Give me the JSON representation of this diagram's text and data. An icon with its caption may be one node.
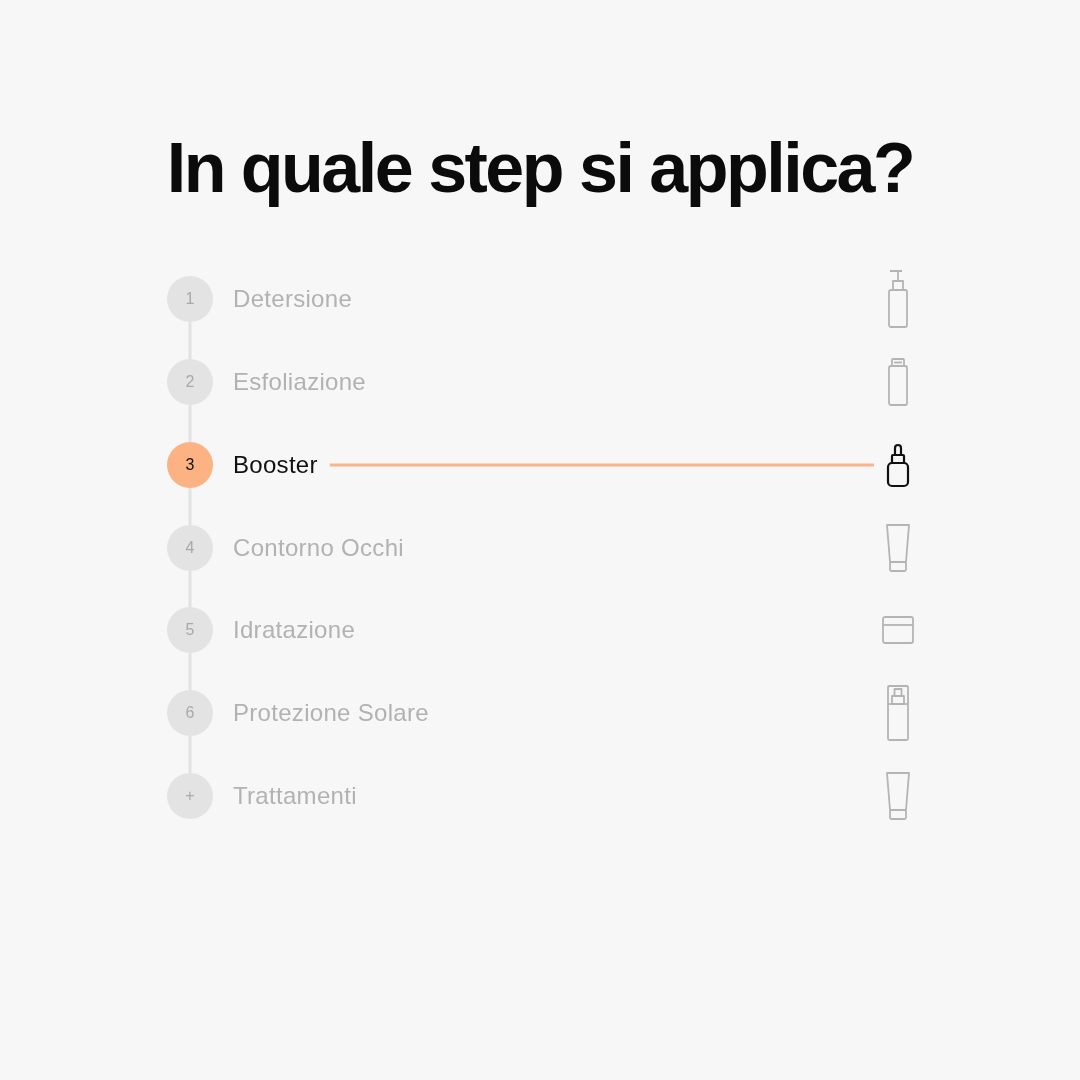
{
  "diagram": {
    "title": "In quale step si applica?",
    "nodes": [
      {
        "text": [
          "1"
        ],
        "beside": [
          "Detersione"
        ]
      },
      {
        "text": [],
        "shape": "bottle"
      },
      {
        "text": [
          "2"
        ],
        "beside": [
          "Esfoliazione"
        ]
      },
      {
        "text": [],
        "shape": "bottle"
      },
      {
        "text": [
          "3"
        ],
        "beside": [
          "Booster"
        ]
      },
      {
        "text": [],
        "shape": "bottle"
      },
      {
        "text": [
          "4"
        ],
        "beside": [
          "Contorno Occhi"
        ]
      },
      {
        "text": [],
        "shape": "tube"
      },
      {
        "text": [
          "5"
        ],
        "beside": [
          "Idratazione"
        ]
      },
      {
        "text": [],
        "shape": "jar"
      },
      {
        "text": [
          "6"
        ],
        "beside": [
          "Protezione Solare"
        ]
      },
      {
        "text": [],
        "shape": "bottle"
      },
      {
        "text": [
          "+"
        ],
        "beside": [
          "Trattamenti"
        ]
      },
      {
        "text": [],
        "shape": "tube"
      }
    ],
    "edges": [
      {
        "from": 0,
        "to": 2,
        "arrow": "none"
      },
      {
        "from": 2,
        "to": 4,
        "arrow": "none"
      },
      {
        "from": 4,
        "to": 6,
        "arrow": "none"
      },
      {
        "from": 6,
        "to": 8,
        "arrow": "none"
      },
      {
        "from": 8,
        "to": 10,
        "arrow": "none"
      },
      {
        "from": 10,
        "to": 12,
        "arrow": "none"
      },
      {
        "from": 4,
        "to": 5,
        "arrow": "none",
        "color": "#fdb48a"
      }
    ]
  }
}
